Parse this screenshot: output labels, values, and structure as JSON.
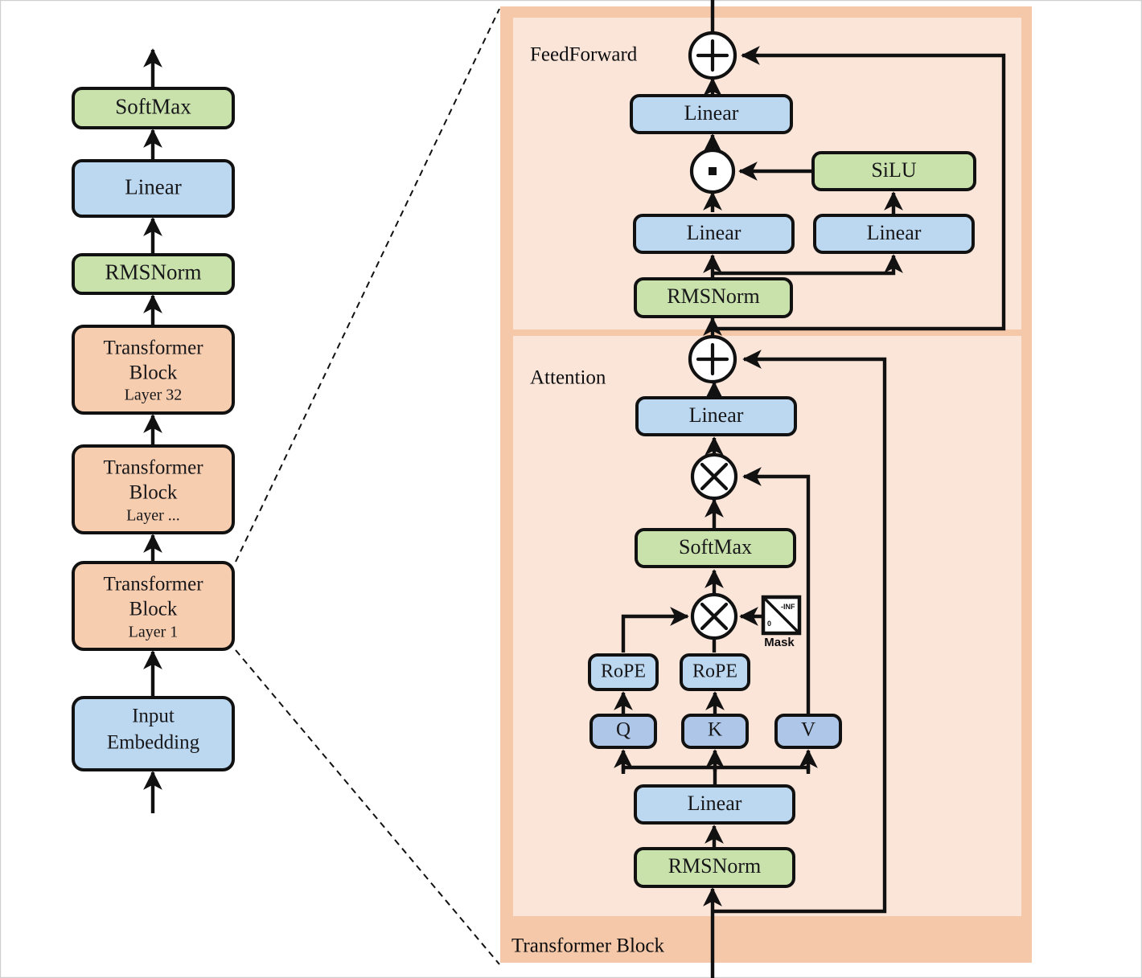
{
  "figure": {
    "title": "Transformer Block architecture diagram",
    "background": "#ffffff"
  },
  "palette": {
    "green": "#c9e2ab",
    "blue": "#bcd8f0",
    "blue_qkv": "#aec7e8",
    "peach_block": "#f7cdaf",
    "panel_outer": "#f4c8a8",
    "panel_inner": "#fbe5d9",
    "outline": "#111111",
    "arrow": "#111111",
    "white": "#ffffff"
  },
  "left_stack": {
    "name": "model-overview-stack",
    "boxes": [
      {
        "id": "softmax",
        "label": "SoftMax",
        "sub": "",
        "color": "green"
      },
      {
        "id": "linear",
        "label": "Linear",
        "sub": "",
        "color": "blue"
      },
      {
        "id": "rmsnorm",
        "label": "RMSNorm",
        "sub": "",
        "color": "green"
      },
      {
        "id": "tb32",
        "label": "Transformer\nBlock",
        "sub": "Layer 32",
        "color": "peach_block"
      },
      {
        "id": "tbdots",
        "label": "Transformer\nBlock",
        "sub": "Layer ...",
        "color": "peach_block"
      },
      {
        "id": "tb1",
        "label": "Transformer\nBlock",
        "sub": "Layer 1",
        "color": "peach_block"
      },
      {
        "id": "input_emb",
        "label": "Input\nEmbedding",
        "sub": "",
        "color": "blue"
      }
    ]
  },
  "detail_panel": {
    "name": "transformer-block-detail",
    "outer_label": "Transformer Block",
    "sections": [
      {
        "id": "feedforward",
        "label": "FeedForward"
      },
      {
        "id": "attention",
        "label": "Attention"
      }
    ],
    "feedforward": {
      "add_op": "+",
      "mul_op": "·",
      "boxes": [
        {
          "id": "ff-linear-out",
          "label": "Linear",
          "color": "blue"
        },
        {
          "id": "ff-silu",
          "label": "SiLU",
          "color": "green"
        },
        {
          "id": "ff-linear-gate",
          "label": "Linear",
          "color": "blue"
        },
        {
          "id": "ff-linear-up",
          "label": "Linear",
          "color": "blue"
        },
        {
          "id": "ff-rmsnorm",
          "label": "RMSNorm",
          "color": "green"
        }
      ]
    },
    "attention": {
      "add_op": "+",
      "matmul_op": "×",
      "boxes": [
        {
          "id": "attn-linear-out",
          "label": "Linear",
          "color": "blue"
        },
        {
          "id": "attn-softmax",
          "label": "SoftMax",
          "color": "green"
        },
        {
          "id": "attn-rope-q",
          "label": "RoPE",
          "color": "blue"
        },
        {
          "id": "attn-rope-k",
          "label": "RoPE",
          "color": "blue"
        },
        {
          "id": "attn-q",
          "label": "Q",
          "color": "blue_qkv"
        },
        {
          "id": "attn-k",
          "label": "K",
          "color": "blue_qkv"
        },
        {
          "id": "attn-v",
          "label": "V",
          "color": "blue_qkv"
        },
        {
          "id": "attn-linear-qkv",
          "label": "Linear",
          "color": "blue"
        },
        {
          "id": "attn-rmsnorm",
          "label": "RMSNorm",
          "color": "green"
        }
      ],
      "mask": {
        "caption": "Mask",
        "upper_value": "-INF",
        "lower_value": "0"
      }
    }
  }
}
